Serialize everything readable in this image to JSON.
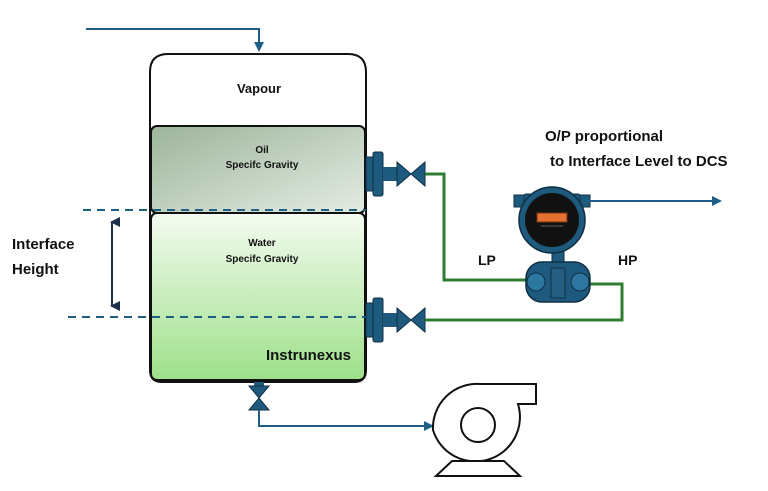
{
  "labels": {
    "vapour": "Vapour",
    "oil": "Oil",
    "oil_sg": "Specifc Gravity",
    "water": "Water",
    "water_sg": "Specifc Gravity",
    "interface_line1": "Interface",
    "interface_line2": "Height",
    "brand": "Instrunexus",
    "output_line1": "O/P proportional",
    "output_line2": "to Interface Level to DCS",
    "lp": "LP",
    "hp": "HP"
  },
  "colors": {
    "process_line": "#1f5f86",
    "impulse_line": "#2e7d32",
    "equipment_fill": "#1d5a7e",
    "oil_top": "#9db49a",
    "oil_bottom": "#e4ece4",
    "water_top": "#f4fbf1",
    "water_bottom": "#9ee08a",
    "vessel_stroke": "#111111"
  },
  "icons": {
    "valve": "gate-valve-icon",
    "pump": "centrifugal-pump-icon",
    "transmitter": "dp-transmitter-icon",
    "flange": "nozzle-flange-icon"
  }
}
